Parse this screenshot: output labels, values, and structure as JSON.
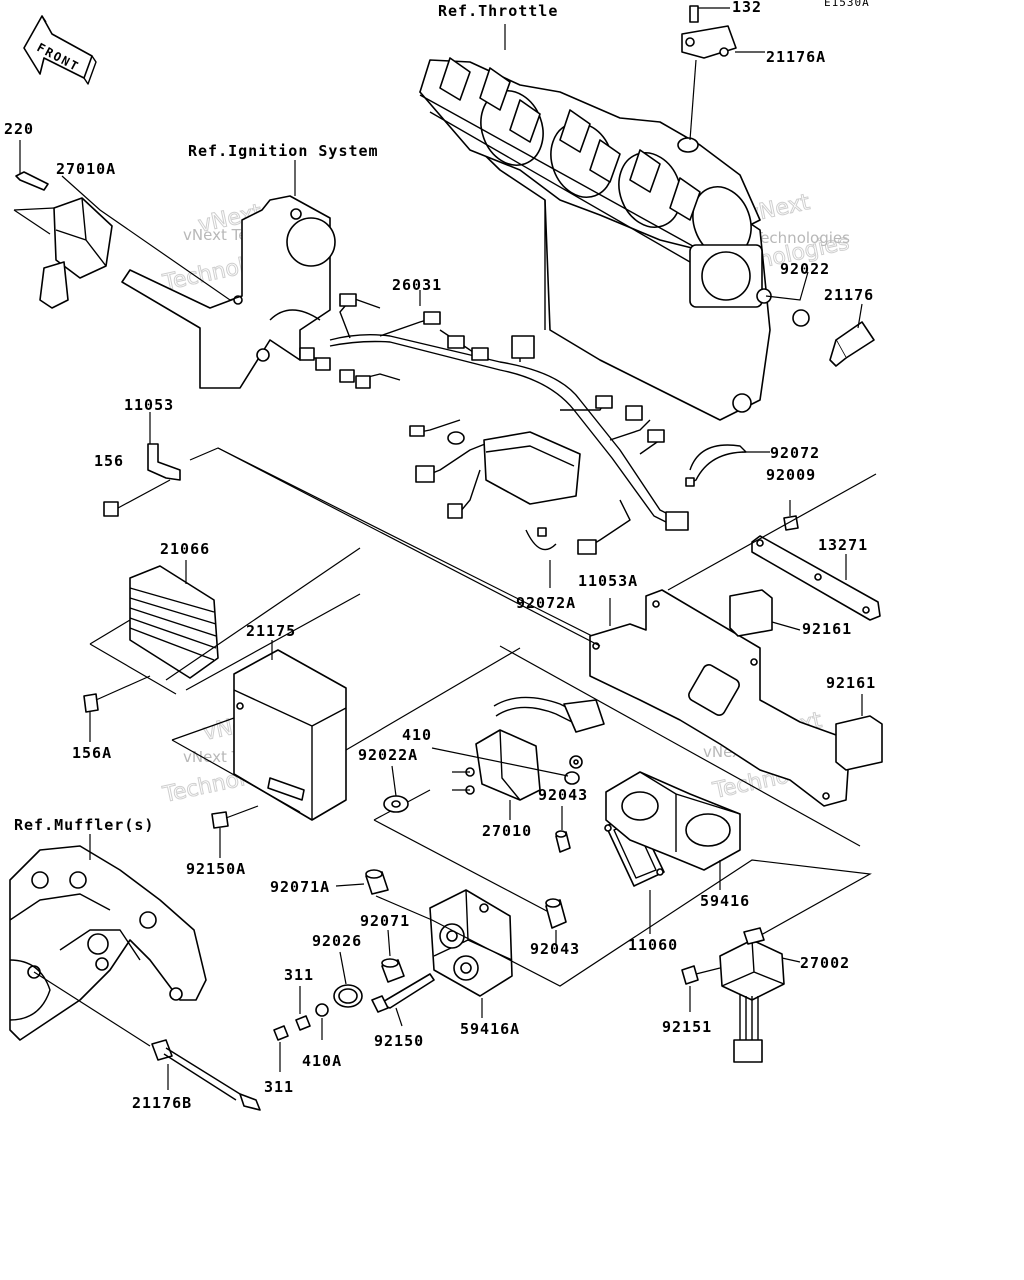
{
  "diagram_code": "E1530A",
  "front_label": "FRONT",
  "references": {
    "throttle": "Ref.Throttle",
    "ignition": "Ref.Ignition System",
    "muffler": "Ref.Muffler(s)"
  },
  "watermark": {
    "brand": "vNext",
    "line2": "Technologies",
    "small": "vNext Technologies"
  },
  "part_labels": {
    "p132": "132",
    "p21176A": "21176A",
    "p220": "220",
    "p27010A": "27010A",
    "p26031": "26031",
    "p92022": "92022",
    "p21176": "21176",
    "p11053": "11053",
    "p156": "156",
    "p92072": "92072",
    "p92009": "92009",
    "p13271": "13271",
    "p21066": "21066",
    "p92072A": "92072A",
    "p11053A": "11053A",
    "p92161a": "92161",
    "p21175": "21175",
    "p92161b": "92161",
    "p156A": "156A",
    "p410": "410",
    "p92022A": "92022A",
    "p92043a": "92043",
    "p27010": "27010",
    "p92150A": "92150A",
    "p59416": "59416",
    "p92071A": "92071A",
    "p92071": "92071",
    "p92026": "92026",
    "p92043b": "92043",
    "p11060": "11060",
    "p27002": "27002",
    "p311a": "311",
    "p92150": "92150",
    "p59416A": "59416A",
    "p92151": "92151",
    "p410A": "410A",
    "p311b": "311",
    "p21176B": "21176B"
  }
}
